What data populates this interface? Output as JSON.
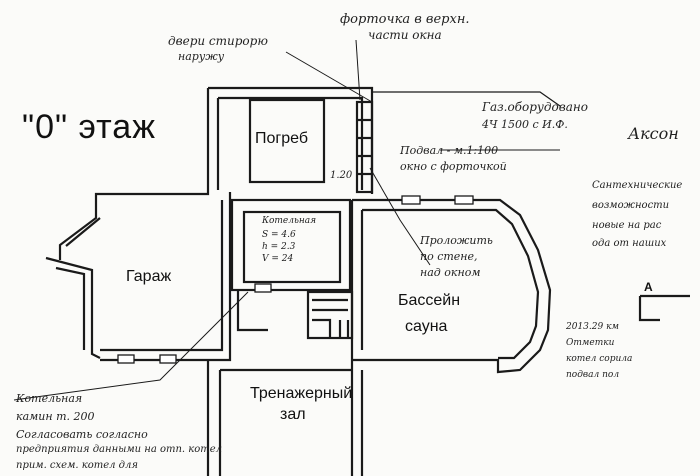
{
  "floor_title": "\"0\" этаж",
  "rooms": {
    "cellar": "Погреб",
    "garage": "Гараж",
    "pool_line1": "Бассейн",
    "pool_line2": "сауна",
    "gym_line1": "Тренажерный",
    "gym_line2": "зал"
  },
  "handwritten_notes": {
    "top_line1": "форточка в верхн.",
    "top_line2": "части окна",
    "door_line1": "двери стирорю",
    "door_line2": "наружу",
    "gas_line1": "Газ.оборудовано",
    "gas_line2": "4Ч 1500 с И.Ф.",
    "header_right": "Аксон",
    "sill_line1": "Подвал - м.1:100",
    "sill_line2": "окно с форточкой",
    "right_line1": "Сантехнические",
    "right_line2": "возможности",
    "right_line3": "новые на рас",
    "right_line4": "ода от наших",
    "duct_line1": "Проложить",
    "duct_line2": "по стене,",
    "duct_line3": "над окном",
    "cellar_small": "1.20",
    "boiler_line1": "Котельная",
    "boiler_line2": "S = 4.6",
    "boiler_line3": "h = 2.3",
    "boiler_line4": "V = 24",
    "bottom_left_line1": "Котельная",
    "bottom_left_line2": "камин т. 200",
    "bottom_left_line3": "Согласовать согласно",
    "bottom_left_line4": "предприятия данными на отп. котел",
    "bottom_left_line5": "прим. схем. котел для",
    "note_right_line1": "2013.29 км",
    "note_right_line2": "Отметки",
    "note_right_line3": "котел сорила",
    "note_right_line4": "подвал пол",
    "marker_a": "A"
  }
}
